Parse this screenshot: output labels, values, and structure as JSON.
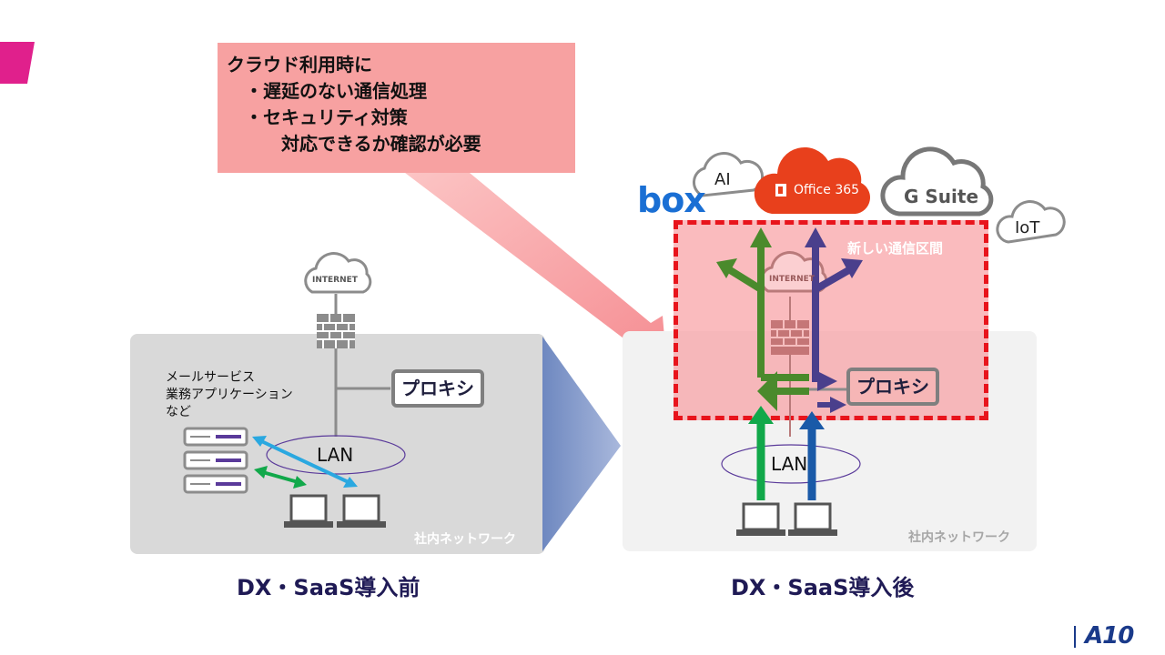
{
  "callout": {
    "lines": [
      "クラウド利用時に",
      "　・遅延のない通信処理",
      "　・セキュリティ対策",
      "　　　対応できるか確認が必要"
    ]
  },
  "before": {
    "caption": "DX・SaaS導入前",
    "network_label": "社内ネットワーク",
    "proxy_label": "プロキシ",
    "lan_label": "LAN",
    "internet_label": "INTERNET",
    "services_label": [
      "メールサービス",
      "業務アプリケーション",
      "など"
    ]
  },
  "after": {
    "caption": "DX・SaaS導入後",
    "network_label": "社内ネットワーク",
    "proxy_label": "プロキシ",
    "lan_label": "LAN",
    "internet_label": "INTERNET",
    "new_area_label": "新しい通信区間",
    "clouds": {
      "ai": "AI",
      "office": "Office 365",
      "gsuite": "G Suite",
      "iot": "IoT",
      "box": "box"
    }
  },
  "brand": {
    "logo": "A10"
  },
  "colors": {
    "accent_magenta": "#e0208c",
    "callout_bg": "#f7a1a1",
    "red_dashed": "#e8141c",
    "green": "#11a84a",
    "blue": "#1a5aa8",
    "purple": "#4a3f8c",
    "office_red": "#e8401c"
  }
}
